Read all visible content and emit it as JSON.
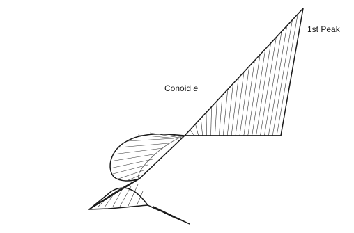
{
  "labels": {
    "peak": "1st Peak",
    "conoid_prefix": "Conoid ",
    "conoid_symbol": "e"
  }
}
